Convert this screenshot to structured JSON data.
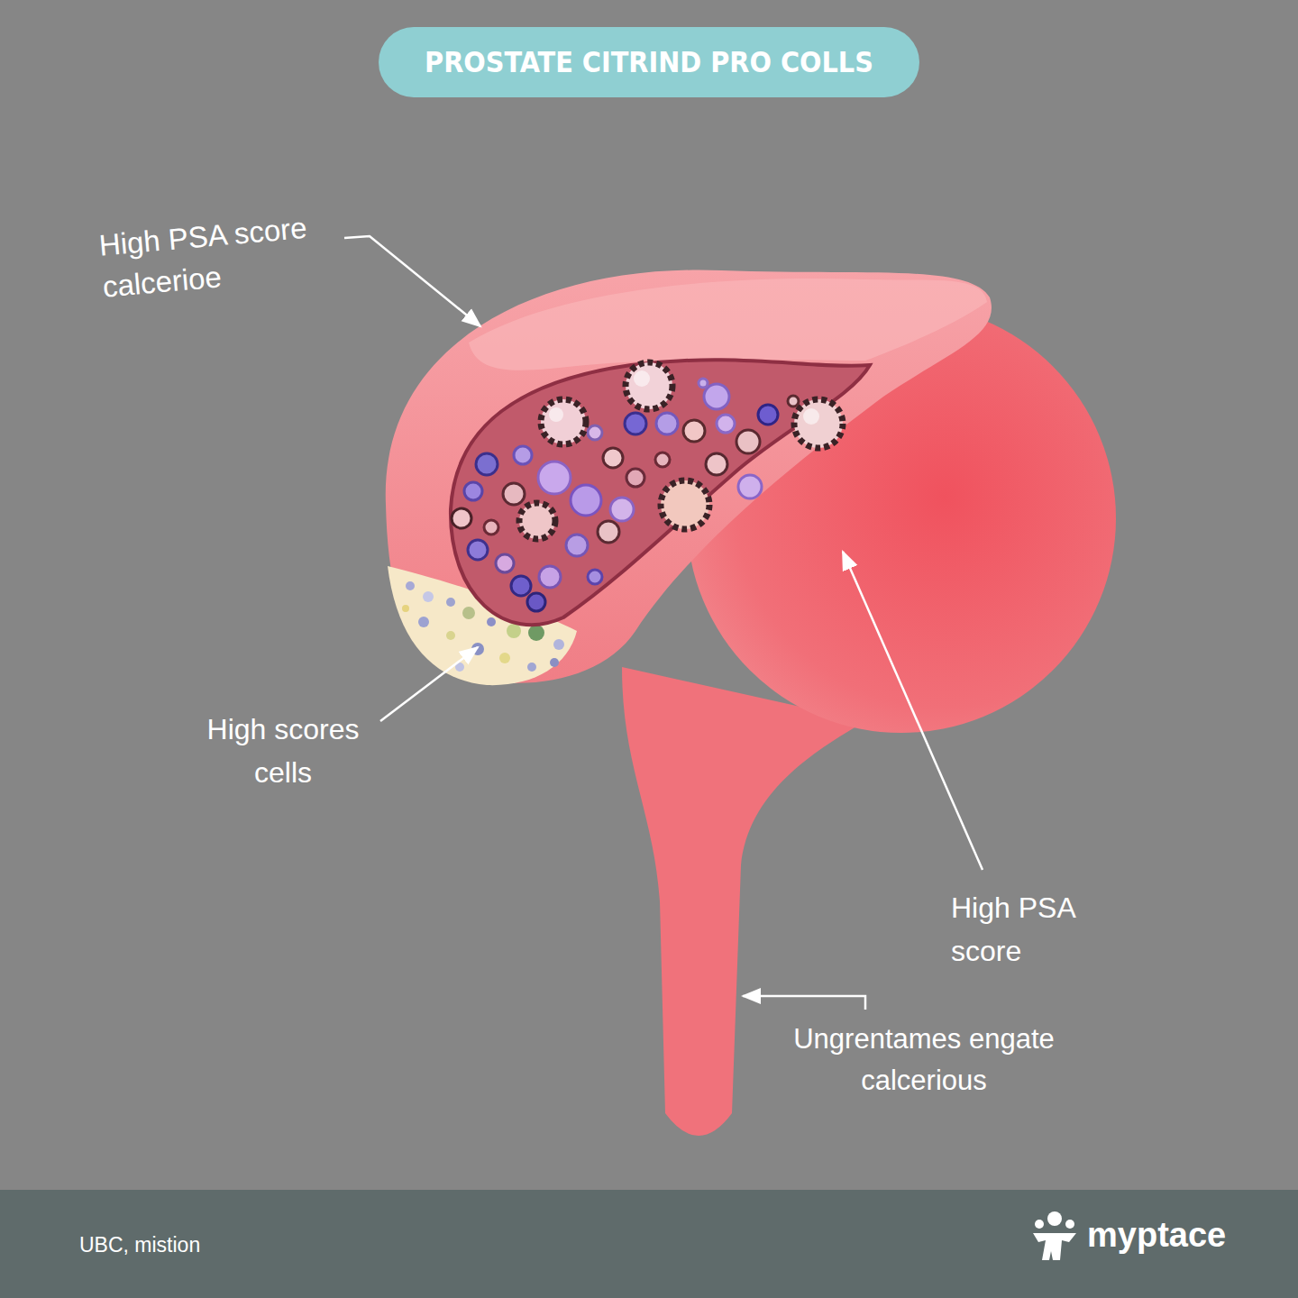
{
  "diagram": {
    "title": "PROSTATE CITRIND PRO COLLS",
    "labels": [
      "High PSA score calcerioe",
      "High scores cells",
      "High PSA score",
      "Ungrentames engate calcerious",
      "UBC, mistion",
      "myptace"
    ]
  }
}
